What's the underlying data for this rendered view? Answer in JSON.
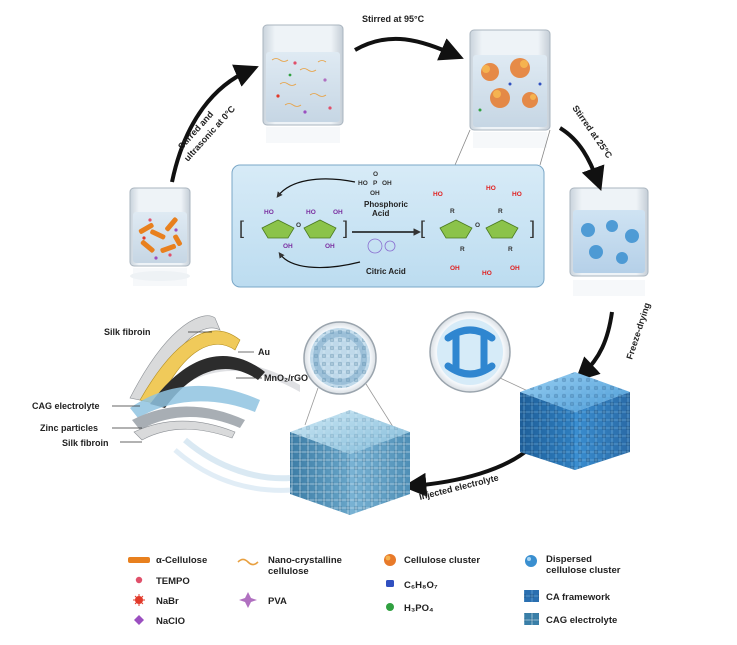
{
  "steps": {
    "step1": "Stirred and",
    "step1b": "ultrasonic at 0°C",
    "step2": "Stirred  at 95°C",
    "step3": "Stirred  at 25°C",
    "step4": "Freeze-drying",
    "step5": "Injected electrolyte"
  },
  "reaction": {
    "phosphoric": "Phosphoric",
    "phosphoric2": "Acid",
    "citric": "Citric Acid",
    "ho": "HO",
    "oh": "OH",
    "o": "O",
    "p": "P",
    "r": "R"
  },
  "device": {
    "silk_top": "Silk fibroin",
    "au": "Au",
    "cathode": "MnO₂/rGO",
    "cag": "CAG electrolyte",
    "zinc": "Zinc particles",
    "silk_bottom": "Silk fibroin"
  },
  "legend": {
    "alpha_cellulose": "α-Cellulose",
    "tempo": "TEMPO",
    "nabr": "NaBr",
    "naclo": "NaClO",
    "ncc1": "Nano-crystalline",
    "ncc2": "cellulose",
    "pva": "PVA",
    "cluster": "Cellulose cluster",
    "c6h8o7": "C₆H₈O₇",
    "h3po4": "H₃PO₄",
    "dispersed1": "Dispersed",
    "dispersed2": "cellulose cluster",
    "ca_framework": "CA framework",
    "cag_electrolyte": "CAG electrolyte"
  },
  "colors": {
    "alpha_cellulose": "#e8801e",
    "tempo": "#e0506a",
    "nabr": "#e23a2a",
    "naclo": "#9b4fc0",
    "ncc": "#e8a040",
    "pva": "#b070c0",
    "cluster": "#e87a2a",
    "c6h8o7": "#3050c0",
    "h3po4": "#30a040",
    "dispersed": "#3a8fd0",
    "framework": "#2a6fb0",
    "cag": "#3a7fa8",
    "acid_red": "#e02020",
    "ring_green": "#8bc34a"
  }
}
